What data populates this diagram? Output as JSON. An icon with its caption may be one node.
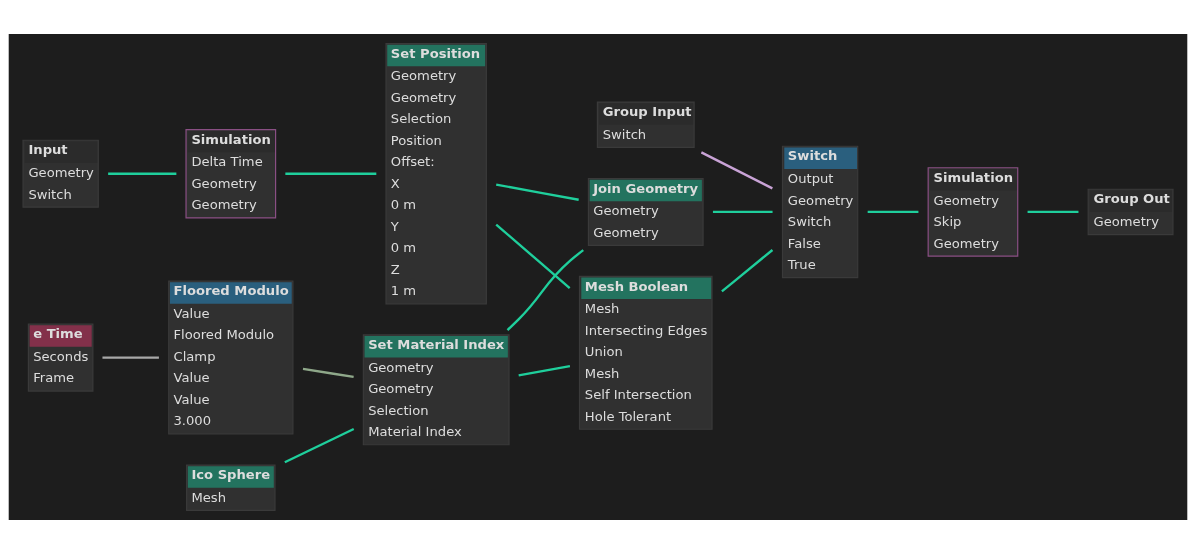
{
  "diagram": {
    "nodes": [
      {
        "text": [
          "Group Input",
          "Switch"
        ]
      },
      {
        "text": [
          "Input",
          "Geometry",
          "Switch"
        ]
      },
      {
        "text": [
          "Simulation",
          "Delta Time",
          "Geometry",
          "Geometry"
        ]
      },
      {
        "text": [
          "Set Position",
          "Geometry",
          "Geometry",
          "Selection",
          "Position",
          "Offset:",
          "X",
          "0 m",
          "Y",
          "0 m",
          "Z",
          "1 m"
        ]
      },
      {
        "text": [
          "Mesh Boolean",
          "Mesh",
          "Intersecting Edges",
          "Union",
          "Mesh",
          "Self Intersection",
          "Hole Tolerant"
        ]
      },
      {
        "text": [
          "Switch",
          "Output",
          "Geometry",
          "Switch",
          "False",
          "True"
        ]
      },
      {
        "text": [
          "Simulation",
          "Geometry",
          "Skip",
          "Geometry"
        ]
      },
      {
        "text": [
          "Group Out",
          "Geometry"
        ]
      },
      {
        "text": [
          "Ico Sphere",
          "Mesh"
        ]
      },
      {
        "text": [
          "e Time",
          "Seconds",
          "Frame"
        ]
      },
      {
        "text": [
          "Floored Modulo",
          "Value",
          "Floored Modulo",
          "Clamp",
          "Value",
          "Value",
          "3.000"
        ]
      },
      {
        "text": [
          "Set Material Index",
          "Geometry",
          "Geometry",
          "Selection",
          "Material Index"
        ]
      },
      {
        "text": [
          "Join Geometry",
          "Geometry",
          "Geometry"
        ]
      }
    ],
    "edges": [
      {
        "from": 1,
        "to": 2,
        "arrow": "none"
      },
      {
        "from": 2,
        "to": 3,
        "arrow": "none"
      },
      {
        "from": 3,
        "to": 4,
        "arrow": "none"
      },
      {
        "from": 3,
        "to": 12,
        "arrow": "none"
      },
      {
        "from": 11,
        "to": 4,
        "arrow": "none"
      },
      {
        "from": 11,
        "to": 12,
        "arrow": "none"
      },
      {
        "from": 4,
        "to": 5,
        "arrow": "none"
      },
      {
        "from": 0,
        "to": 5,
        "arrow": "none",
        "color": "#c9a3d6"
      },
      {
        "from": 12,
        "to": 5,
        "arrow": "none"
      },
      {
        "from": 5,
        "to": 6,
        "arrow": "none"
      },
      {
        "from": 6,
        "to": 7,
        "arrow": "none"
      },
      {
        "from": 8,
        "to": 11,
        "arrow": "none"
      },
      {
        "from": 9,
        "to": 10,
        "arrow": "none",
        "color": "#a8a8a8"
      },
      {
        "from": 10,
        "to": 11,
        "arrow": "none",
        "color": "#8fa88a"
      }
    ]
  }
}
